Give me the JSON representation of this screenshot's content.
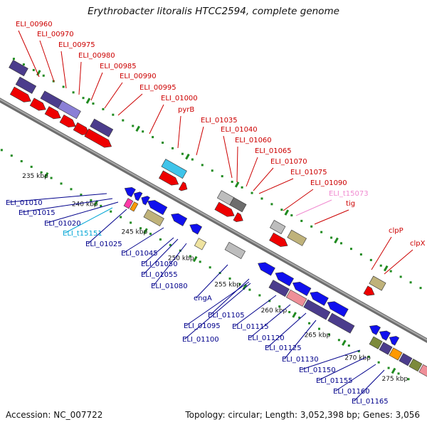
{
  "title": "Erythrobacter litoralis HTCC2594, complete genome",
  "footer": {
    "accession": "Accession: NC_007722",
    "summary": "Topology: circular; Length: 3,052,398 bp; Genes: 3,056"
  },
  "colors": {
    "backbone": "#8a8a8a",
    "tick_dot": "#1f8a1f",
    "tick_major": "#1f8a1f",
    "label_red": "#cc0000",
    "label_blue": "#00008b",
    "label_cyan": "#00a6d6",
    "label_pink": "#f08ad0"
  },
  "scale_labels": [
    "235 kbp",
    "240 kbp",
    "245 kbp",
    "250 kbp",
    "255 kbp",
    "260 kbp",
    "265 kbp",
    "270 kbp",
    "275 kbp"
  ],
  "labels_top": [
    {
      "text": "ELI_00960",
      "color": "red"
    },
    {
      "text": "ELI_00970",
      "color": "red"
    },
    {
      "text": "ELI_00975",
      "color": "red"
    },
    {
      "text": "ELI_00980",
      "color": "red"
    },
    {
      "text": "ELI_00985",
      "color": "red"
    },
    {
      "text": "ELI_00990",
      "color": "red"
    },
    {
      "text": "ELI_00995",
      "color": "red"
    },
    {
      "text": "ELI_01000",
      "color": "red"
    },
    {
      "text": "pyrB",
      "color": "red"
    },
    {
      "text": "ELI_01035",
      "color": "red"
    },
    {
      "text": "ELI_01040",
      "color": "red"
    },
    {
      "text": "ELI_01060",
      "color": "red"
    },
    {
      "text": "ELI_01065",
      "color": "red"
    },
    {
      "text": "ELI_01070",
      "color": "red"
    },
    {
      "text": "ELI_01075",
      "color": "red"
    },
    {
      "text": "ELI_01090",
      "color": "red"
    },
    {
      "text": "ELI_t15073",
      "color": "pink"
    },
    {
      "text": "tig",
      "color": "red"
    },
    {
      "text": "clpP",
      "color": "red"
    },
    {
      "text": "clpX",
      "color": "red"
    }
  ],
  "labels_bottom": [
    {
      "text": "ELI_01010",
      "color": "blue"
    },
    {
      "text": "ELI_01015",
      "color": "blue"
    },
    {
      "text": "ELI_01020",
      "color": "blue"
    },
    {
      "text": "ELI_t15151",
      "color": "cyan"
    },
    {
      "text": "ELI_01025",
      "color": "blue"
    },
    {
      "text": "ELI_01045",
      "color": "blue"
    },
    {
      "text": "ELI_01050",
      "color": "blue"
    },
    {
      "text": "ELI_01055",
      "color": "blue"
    },
    {
      "text": "ELI_01080",
      "color": "blue"
    },
    {
      "text": "engA",
      "color": "blue"
    },
    {
      "text": "ELI_01105",
      "color": "blue"
    },
    {
      "text": "ELI_01095",
      "color": "blue"
    },
    {
      "text": "ELI_01100",
      "color": "blue"
    },
    {
      "text": "ELI_01115",
      "color": "blue"
    },
    {
      "text": "ELI_01120",
      "color": "blue"
    },
    {
      "text": "ELI_01125",
      "color": "blue"
    },
    {
      "text": "ELI_01130",
      "color": "blue"
    },
    {
      "text": "ELI_01150",
      "color": "blue"
    },
    {
      "text": "ELI_01155",
      "color": "blue"
    },
    {
      "text": "ELI_01160",
      "color": "blue"
    },
    {
      "text": "ELI_01165",
      "color": "blue"
    }
  ]
}
